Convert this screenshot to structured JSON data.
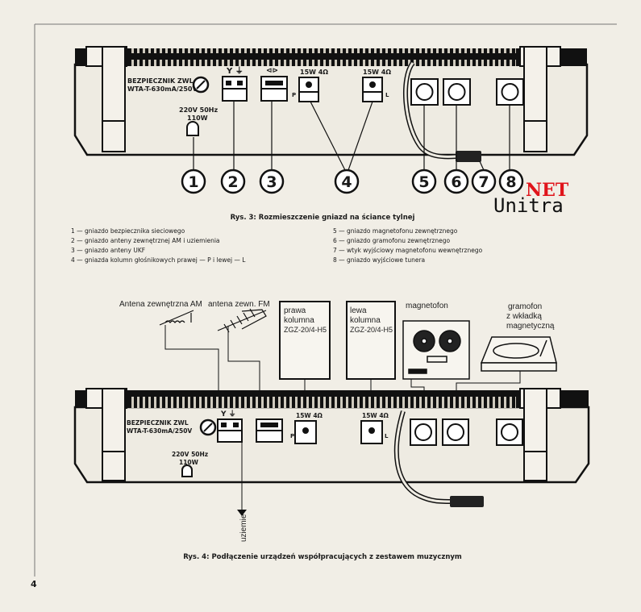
{
  "fig3": {
    "fuse_label_1": "BEZPIECZNIK ZWL",
    "fuse_label_2": "WTA-T-630mA/250V",
    "power_label_1": "220V 50Hz",
    "power_label_2": "110W",
    "speaker_rating_right": "15W 4Ω",
    "speaker_rating_left": "15W 4Ω",
    "speaker_right_letter": "P",
    "speaker_left_letter": "L",
    "numbers": [
      "1",
      "2",
      "3",
      "4",
      "5",
      "6",
      "7",
      "8"
    ],
    "caption": "Rys. 3: Rozmieszczenie gniazd na ściance tylnej",
    "legend": [
      "1 — gniazdo bezpiecznika sieciowego",
      "2 — gniazdo anteny zewnętrznej AM i uziemienia",
      "3 — gniazdo anteny UKF",
      "4 — gniazda kolumn głośnikowych prawej — P i lewej — L",
      "5 — gniazdo magnetofonu zewnętrznego",
      "6 — gniazdo gramofonu zewnętrznego",
      "7 — wtyk wyjściowy magnetofonu wewnętrznego",
      "8 — gniazdo wyjściowe tunera"
    ]
  },
  "fig4": {
    "antenna_am": "Antena zewnętrzna AM",
    "antenna_fm": "antena zewn. FM",
    "right_speaker": [
      "prawa",
      "kolumna",
      "ZGZ-20/4-H5"
    ],
    "left_speaker": [
      "lewa",
      "kolumna",
      "ZGZ-20/4-H5"
    ],
    "tape_recorder": "magnetofon",
    "turntable": [
      "gramofon",
      "z wkładką",
      "magnetyczną"
    ],
    "fuse_label_1": "BEZPIECZNIK ZWL",
    "fuse_label_2": "WTA-T-630mA/250V",
    "power_label_1": "220V 50Hz",
    "power_label_2": "110W",
    "speaker_rating_right": "15W 4Ω",
    "speaker_rating_left": "15W 4Ω",
    "speaker_right_letter": "P",
    "speaker_left_letter": "L",
    "ground": "uziemie",
    "caption": "Rys. 4: Podłączenie urządzeń współpracujących z zestawem muzycznym"
  },
  "watermark": {
    "line1": "NET",
    "line2": "Unitra",
    "accent": "#e0141b"
  },
  "page_number": "4"
}
